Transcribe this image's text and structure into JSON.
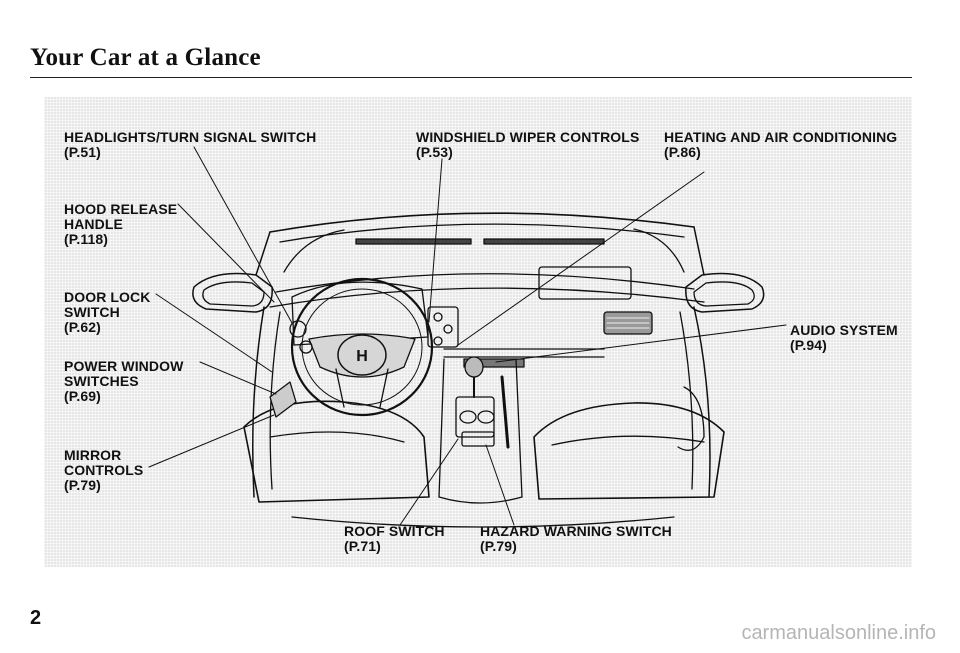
{
  "page": {
    "title": "Your Car at a Glance",
    "page_number": "2",
    "watermark": "carmanualsonline.info"
  },
  "callouts": {
    "headlights": {
      "name": "HEADLIGHTS/TURN SIGNAL SWITCH",
      "ref": "(P.51)"
    },
    "wipers": {
      "name": "WINDSHIELD WIPER CONTROLS",
      "ref": "(P.53)"
    },
    "heating": {
      "name": "HEATING AND AIR CONDITIONING",
      "ref": "(P.86)"
    },
    "hood_release": {
      "line1": "HOOD RELEASE",
      "line2": "HANDLE",
      "ref": "(P.118)"
    },
    "door_lock": {
      "line1": "DOOR LOCK",
      "line2": "SWITCH",
      "ref": "(P.62)"
    },
    "power_window": {
      "line1": "POWER WINDOW",
      "line2": "SWITCHES",
      "ref": "(P.69)"
    },
    "mirror": {
      "line1": "MIRROR",
      "line2": "CONTROLS",
      "ref": "(P.79)"
    },
    "audio": {
      "name": "AUDIO SYSTEM",
      "ref": "(P.94)"
    },
    "roof": {
      "name": "ROOF SWITCH",
      "ref": "(P.71)"
    },
    "hazard": {
      "name": "HAZARD WARNING SWITCH",
      "ref": "(P.79)"
    }
  }
}
